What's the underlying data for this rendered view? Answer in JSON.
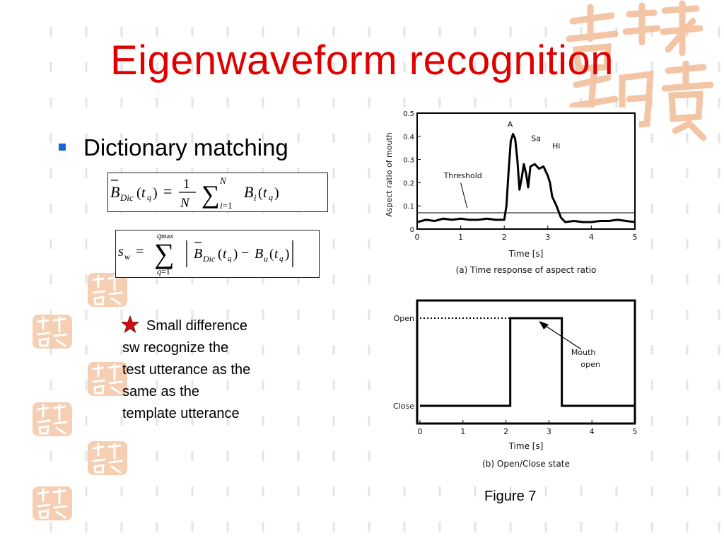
{
  "slide": {
    "title": "Eigenwaveform recognition",
    "bullet": "Dictionary matching",
    "note_lines": [
      "Small difference",
      "sw recognize the",
      "test utterance as the",
      "same as the",
      "template utterance"
    ],
    "figure_caption": "Figure 7",
    "colors": {
      "title": "#e00000",
      "bullet": "#1668d8",
      "star": "#d01010",
      "seal": "#f0b48a"
    }
  },
  "chart_data": [
    {
      "type": "line",
      "title": "(a) Time response of aspect ratio",
      "xlabel": "Time [s]",
      "ylabel": "Aspect ratio of mouth",
      "xlim": [
        0,
        5
      ],
      "ylim": [
        0,
        0.5
      ],
      "xticks": [
        "0",
        "1",
        "2",
        "3",
        "4",
        "5"
      ],
      "yticks": [
        "0",
        "0.1",
        "0.2",
        "0.3",
        "0.4",
        "0.5"
      ],
      "threshold": {
        "label": "Threshold",
        "y": 0.07
      },
      "annotations": [
        {
          "text": "A",
          "x": 2.2,
          "y": 0.41
        },
        {
          "text": "Sa",
          "x": 2.6,
          "y": 0.3
        },
        {
          "text": "Hi",
          "x": 3.0,
          "y": 0.28
        }
      ],
      "series": [
        {
          "x": [
            0,
            0.2,
            0.4,
            0.6,
            0.8,
            1.0,
            1.2,
            1.4,
            1.6,
            1.8,
            2.0,
            2.05,
            2.1,
            2.15,
            2.2,
            2.25,
            2.3,
            2.35,
            2.4,
            2.45,
            2.5,
            2.55,
            2.6,
            2.7,
            2.8,
            2.9,
            3.0,
            3.05,
            3.1,
            3.15,
            3.2,
            3.3,
            3.4,
            3.6,
            3.8,
            4.0,
            4.2,
            4.4,
            4.6,
            4.8,
            5.0
          ],
          "y": [
            0.03,
            0.04,
            0.035,
            0.045,
            0.04,
            0.045,
            0.04,
            0.04,
            0.045,
            0.04,
            0.04,
            0.1,
            0.25,
            0.38,
            0.41,
            0.39,
            0.3,
            0.17,
            0.22,
            0.28,
            0.24,
            0.18,
            0.27,
            0.28,
            0.26,
            0.27,
            0.23,
            0.2,
            0.14,
            0.12,
            0.1,
            0.05,
            0.03,
            0.035,
            0.03,
            0.03,
            0.035,
            0.035,
            0.04,
            0.035,
            0.03
          ]
        }
      ]
    },
    {
      "type": "line",
      "title": "(b) Open/Close state",
      "xlabel": "Time [s]",
      "xlim": [
        0,
        5
      ],
      "xticks": [
        "0",
        "1",
        "2",
        "3",
        "4",
        "5"
      ],
      "ycategories": [
        "Close",
        "Open"
      ],
      "annotations": [
        {
          "text": "Mouth\nopen",
          "x": 3.9,
          "y": "Open"
        }
      ],
      "series": [
        {
          "x": [
            0,
            2.1,
            2.1,
            3.3,
            3.3,
            5.0
          ],
          "y": [
            "Close",
            "Close",
            "Open",
            "Open",
            "Close",
            "Close"
          ]
        }
      ]
    }
  ]
}
